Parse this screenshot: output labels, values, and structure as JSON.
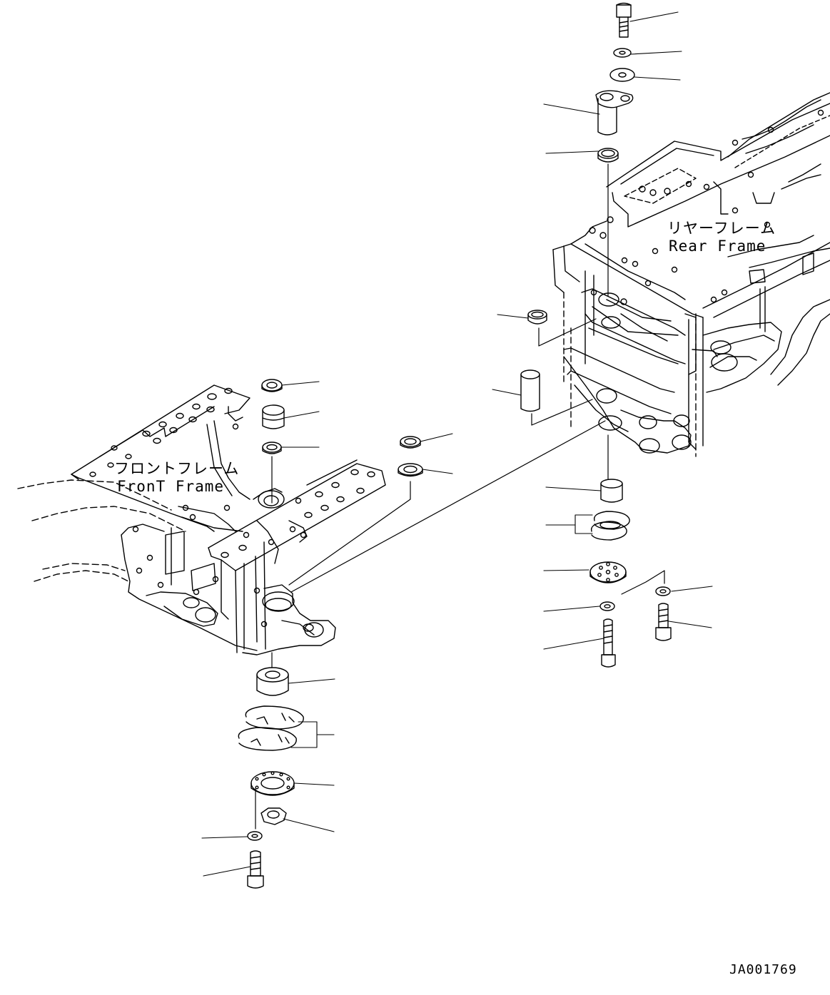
{
  "diagram": {
    "rear_frame_label_jp": "リヤーフレーム",
    "rear_frame_label_en": "Rear Frame",
    "front_frame_label_jp": "フロントフレーム",
    "front_frame_label_en": "FronT Frame",
    "drawing_code": "JA001769",
    "line_color": "#000000",
    "background_color": "#ffffff"
  }
}
